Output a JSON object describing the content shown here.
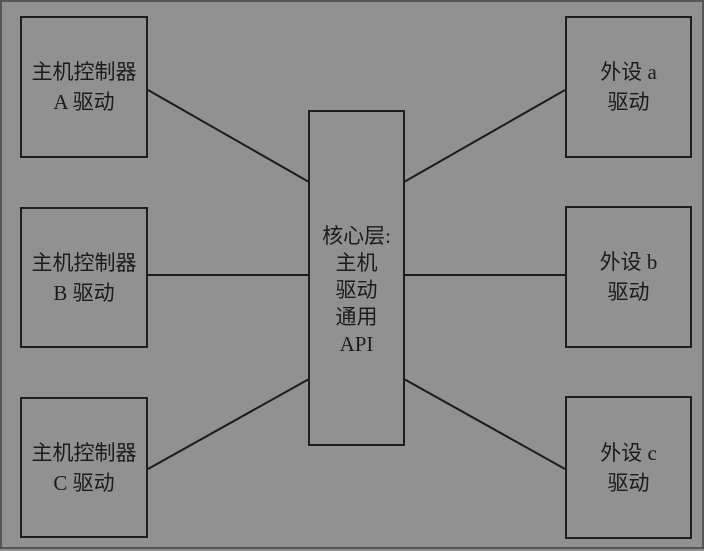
{
  "diagram": {
    "type": "architecture-diagram",
    "background_color": "#919191",
    "border_color": "#1f1f1f",
    "line_color": "#1c1c1c",
    "text_color": "#1b1b1b",
    "nodes": {
      "host_a": {
        "line1": "主机控制器",
        "line2": "A 驱动"
      },
      "host_b": {
        "line1": "主机控制器",
        "line2": "B 驱动"
      },
      "host_c": {
        "line1": "主机控制器",
        "line2": "C 驱动"
      },
      "core": {
        "line1": "核心层:",
        "line2": "主机",
        "line3": "驱动",
        "line4": "通用",
        "line5": "API"
      },
      "periph_a": {
        "line1": "外设 a",
        "line2": "驱动"
      },
      "periph_b": {
        "line1": "外设 b",
        "line2": "驱动"
      },
      "periph_c": {
        "line1": "外设 c",
        "line2": "驱动"
      }
    },
    "edges": [
      {
        "from": "host_a",
        "to": "core"
      },
      {
        "from": "host_b",
        "to": "core"
      },
      {
        "from": "host_c",
        "to": "core"
      },
      {
        "from": "core",
        "to": "periph_a"
      },
      {
        "from": "core",
        "to": "periph_b"
      },
      {
        "from": "core",
        "to": "periph_c"
      }
    ]
  }
}
